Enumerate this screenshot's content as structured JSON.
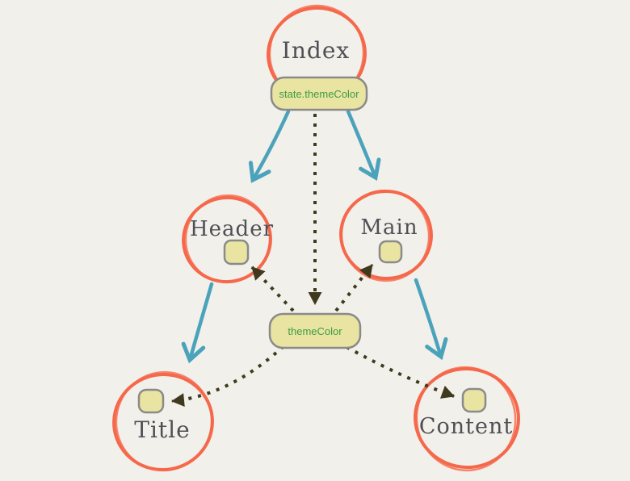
{
  "diagram": {
    "title": "component state flow diagram",
    "background": "#f2f0ea"
  },
  "colors": {
    "node_circle_stroke": "#f5684b",
    "tree_arrow_blue": "#4aa2bb",
    "prop_arrow_olive": "#3f3a1d",
    "badge_fill": "#e9e4a1",
    "badge_border": "#8a8a8a",
    "badge_text_green": "#3e9c43",
    "node_label_gray": "#4f4f56"
  },
  "nodes": [
    {
      "id": "index",
      "label": "Index"
    },
    {
      "id": "header",
      "label": "Header"
    },
    {
      "id": "main",
      "label": "Main"
    },
    {
      "id": "title",
      "label": "Title"
    },
    {
      "id": "content",
      "label": "Content"
    }
  ],
  "badges": [
    {
      "id": "state-themecolor",
      "label": "state.themeColor"
    },
    {
      "id": "themecolor",
      "label": "themeColor"
    }
  ],
  "edges": {
    "tree_solid_blue": [
      {
        "from": "index",
        "to": "header"
      },
      {
        "from": "index",
        "to": "main"
      },
      {
        "from": "header",
        "to": "title"
      },
      {
        "from": "main",
        "to": "content"
      }
    ],
    "prop_dotted_olive": [
      {
        "from": "state.themeColor",
        "to": "themeColor"
      },
      {
        "from": "themeColor",
        "to": "header-prop-slot"
      },
      {
        "from": "themeColor",
        "to": "main-prop-slot"
      },
      {
        "from": "themeColor",
        "to": "title-prop-slot"
      },
      {
        "from": "themeColor",
        "to": "content-prop-slot"
      }
    ]
  }
}
